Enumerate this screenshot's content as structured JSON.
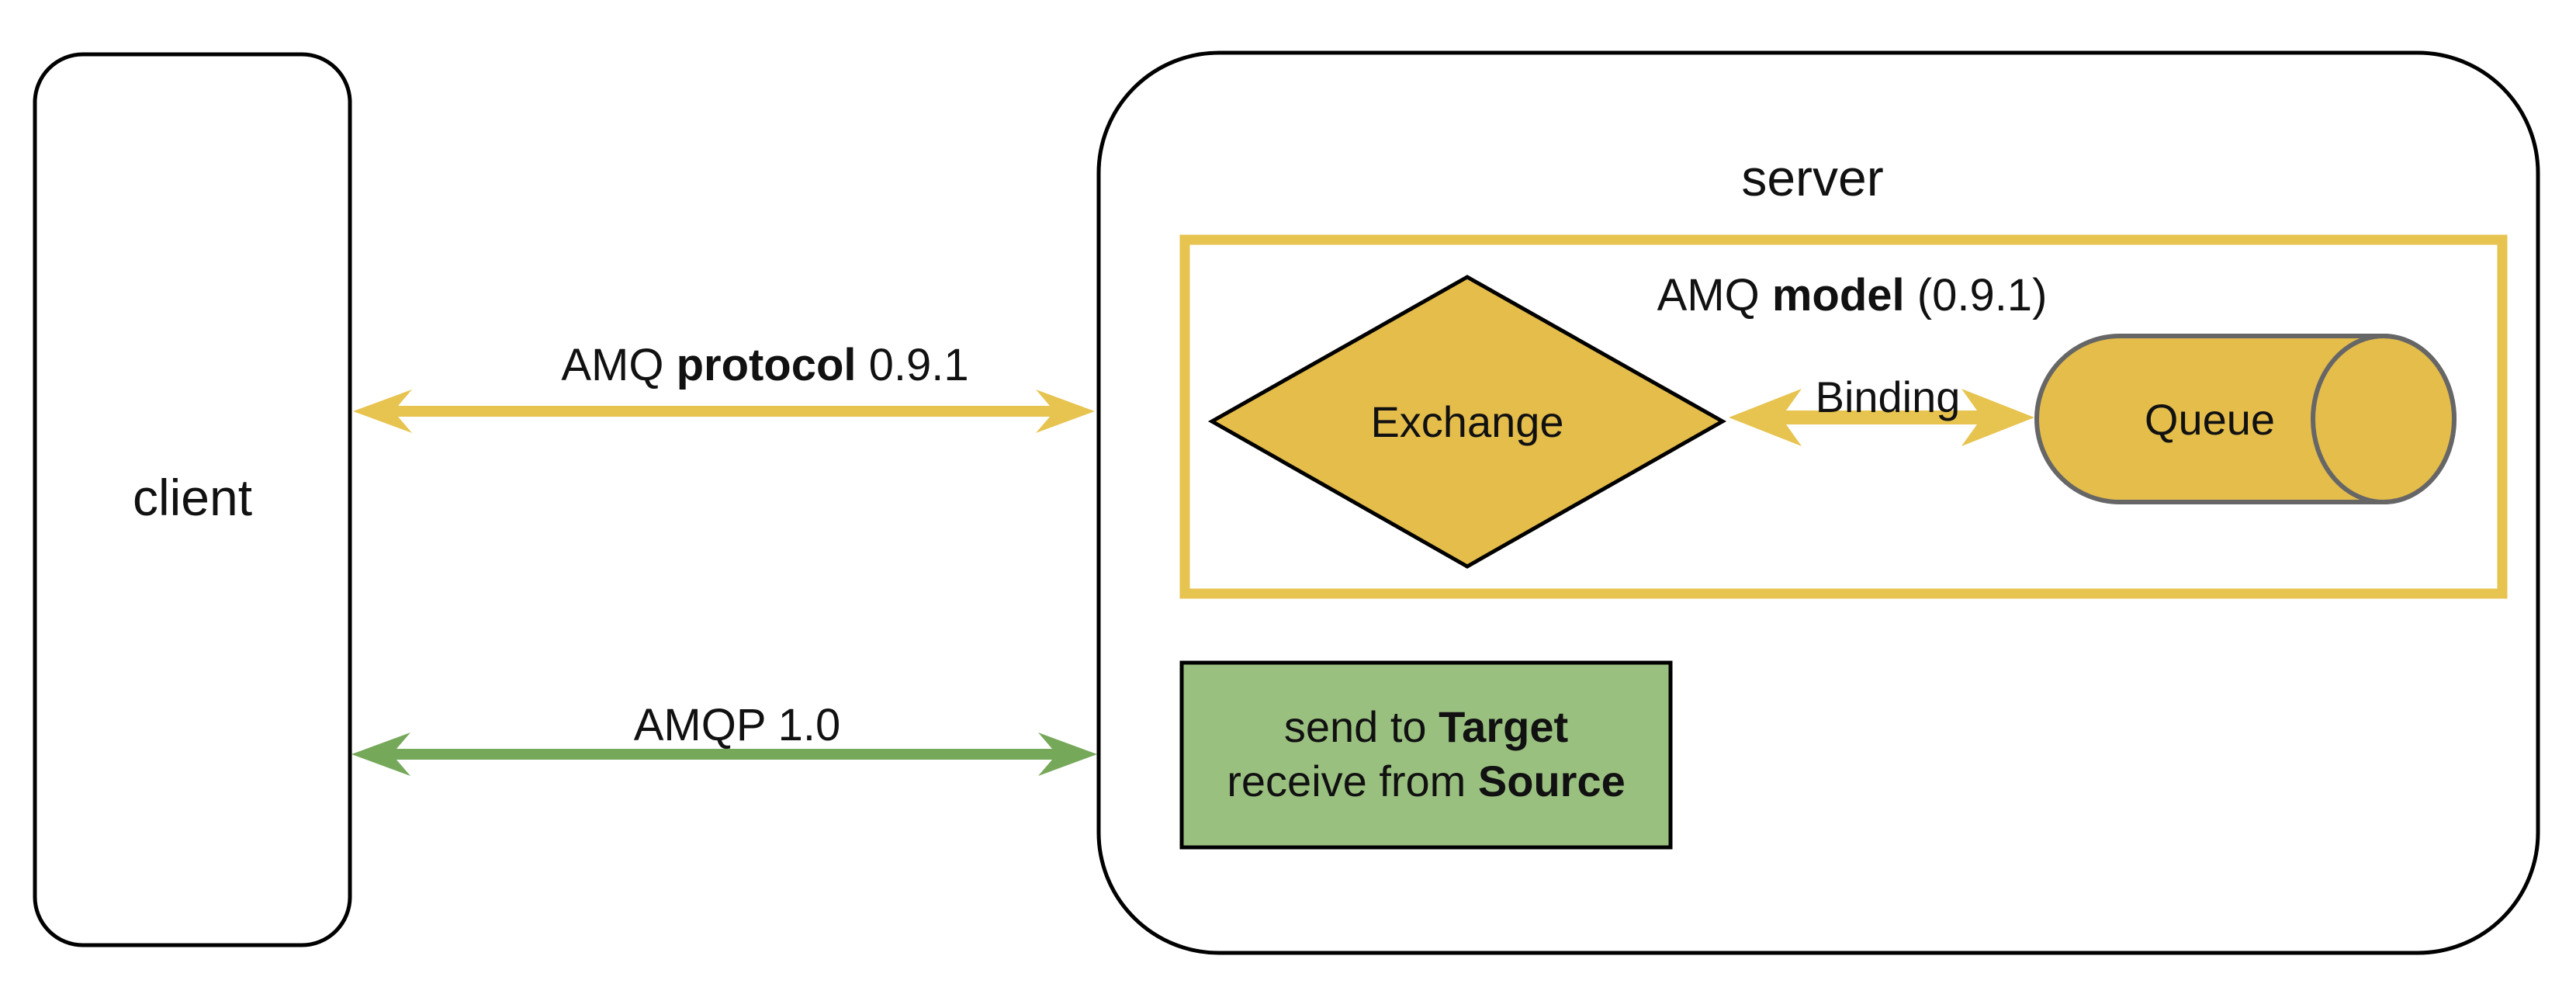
{
  "diagram": {
    "title_context": "AMQP client-server messaging diagram",
    "client": {
      "label": "client"
    },
    "server": {
      "label": "server"
    },
    "protocol_arrow_091": {
      "prefix": "AMQ ",
      "bold": "protocol",
      "suffix": " 0.9.1"
    },
    "protocol_arrow_10": {
      "label": "AMQP 1.0"
    },
    "amq_model_box": {
      "prefix": "AMQ ",
      "bold": "model",
      "suffix": " (0.9.1)"
    },
    "exchange": {
      "label": "Exchange"
    },
    "binding": {
      "label": "Binding"
    },
    "queue": {
      "label": "Queue"
    },
    "target_source_box": {
      "line1_prefix": "send to ",
      "line1_bold": "Target",
      "line2_prefix": "receive from ",
      "line2_bold": "Source"
    }
  },
  "colors": {
    "yellow_accent": "#E7C34F",
    "yellow_fill": "#E4BD4B",
    "green_box_fill": "#9AC080",
    "green_arrow": "#76A85A",
    "gray_label": "#58585A",
    "queue_stroke": "#666666",
    "outline_black": "#000000",
    "background": "#ffffff"
  }
}
